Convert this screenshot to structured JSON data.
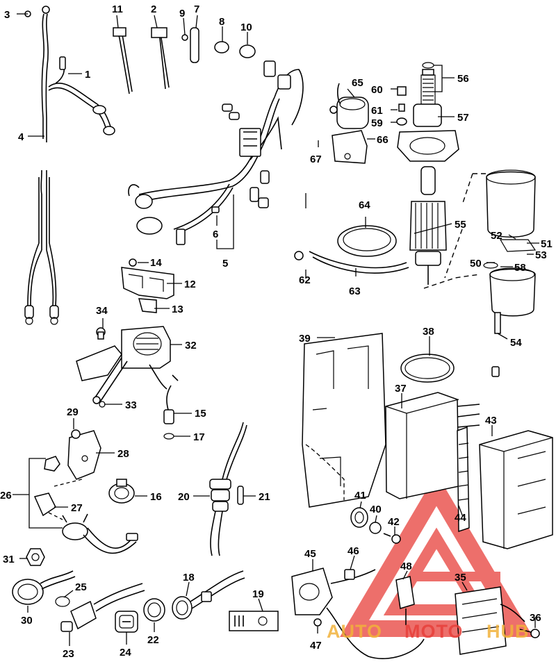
{
  "callouts": [
    {
      "id": "c1",
      "text": "1"
    },
    {
      "id": "c2",
      "text": "2"
    },
    {
      "id": "c3",
      "text": "3"
    },
    {
      "id": "c4",
      "text": "4"
    },
    {
      "id": "c5",
      "text": "5"
    },
    {
      "id": "c6",
      "text": "6"
    },
    {
      "id": "c7",
      "text": "7"
    },
    {
      "id": "c8",
      "text": "8"
    },
    {
      "id": "c9",
      "text": "9"
    },
    {
      "id": "c10",
      "text": "10"
    },
    {
      "id": "c11",
      "text": "11"
    },
    {
      "id": "c12",
      "text": "12"
    },
    {
      "id": "c13",
      "text": "13"
    },
    {
      "id": "c14",
      "text": "14"
    },
    {
      "id": "c15",
      "text": "15"
    },
    {
      "id": "c16",
      "text": "16"
    },
    {
      "id": "c17",
      "text": "17"
    },
    {
      "id": "c18",
      "text": "18"
    },
    {
      "id": "c19",
      "text": "19"
    },
    {
      "id": "c20",
      "text": "20"
    },
    {
      "id": "c21",
      "text": "21"
    },
    {
      "id": "c22",
      "text": "22"
    },
    {
      "id": "c23",
      "text": "23"
    },
    {
      "id": "c24",
      "text": "24"
    },
    {
      "id": "c25",
      "text": "25"
    },
    {
      "id": "c26",
      "text": "26"
    },
    {
      "id": "c27",
      "text": "27"
    },
    {
      "id": "c28",
      "text": "28"
    },
    {
      "id": "c29",
      "text": "29"
    },
    {
      "id": "c30",
      "text": "30"
    },
    {
      "id": "c31",
      "text": "31"
    },
    {
      "id": "c32",
      "text": "32"
    },
    {
      "id": "c33",
      "text": "33"
    },
    {
      "id": "c34",
      "text": "34"
    },
    {
      "id": "c35",
      "text": "35"
    },
    {
      "id": "c36",
      "text": "36"
    },
    {
      "id": "c37",
      "text": "37"
    },
    {
      "id": "c38",
      "text": "38"
    },
    {
      "id": "c39",
      "text": "39"
    },
    {
      "id": "c40",
      "text": "40"
    },
    {
      "id": "c41",
      "text": "41"
    },
    {
      "id": "c42",
      "text": "42"
    },
    {
      "id": "c43",
      "text": "43"
    },
    {
      "id": "c44",
      "text": "44"
    },
    {
      "id": "c45",
      "text": "45"
    },
    {
      "id": "c46",
      "text": "46"
    },
    {
      "id": "c47",
      "text": "47"
    },
    {
      "id": "c48",
      "text": "48"
    },
    {
      "id": "c50",
      "text": "50"
    },
    {
      "id": "c51",
      "text": "51"
    },
    {
      "id": "c52",
      "text": "52"
    },
    {
      "id": "c53",
      "text": "53"
    },
    {
      "id": "c54",
      "text": "54"
    },
    {
      "id": "c55",
      "text": "55"
    },
    {
      "id": "c56",
      "text": "56"
    },
    {
      "id": "c57",
      "text": "57"
    },
    {
      "id": "c58",
      "text": "58"
    },
    {
      "id": "c59",
      "text": "59"
    },
    {
      "id": "c60",
      "text": "60"
    },
    {
      "id": "c61",
      "text": "61"
    },
    {
      "id": "c62",
      "text": "62"
    },
    {
      "id": "c63",
      "text": "63"
    },
    {
      "id": "c64",
      "text": "64"
    },
    {
      "id": "c65",
      "text": "65"
    },
    {
      "id": "c66",
      "text": "66"
    },
    {
      "id": "c67",
      "text": "67"
    }
  ],
  "watermark": {
    "text_auto": "AUTO",
    "text_moto": "MOTO",
    "text_hub": "HUB",
    "color_primary": "#e8403a",
    "color_secondary": "#f2b23a"
  }
}
